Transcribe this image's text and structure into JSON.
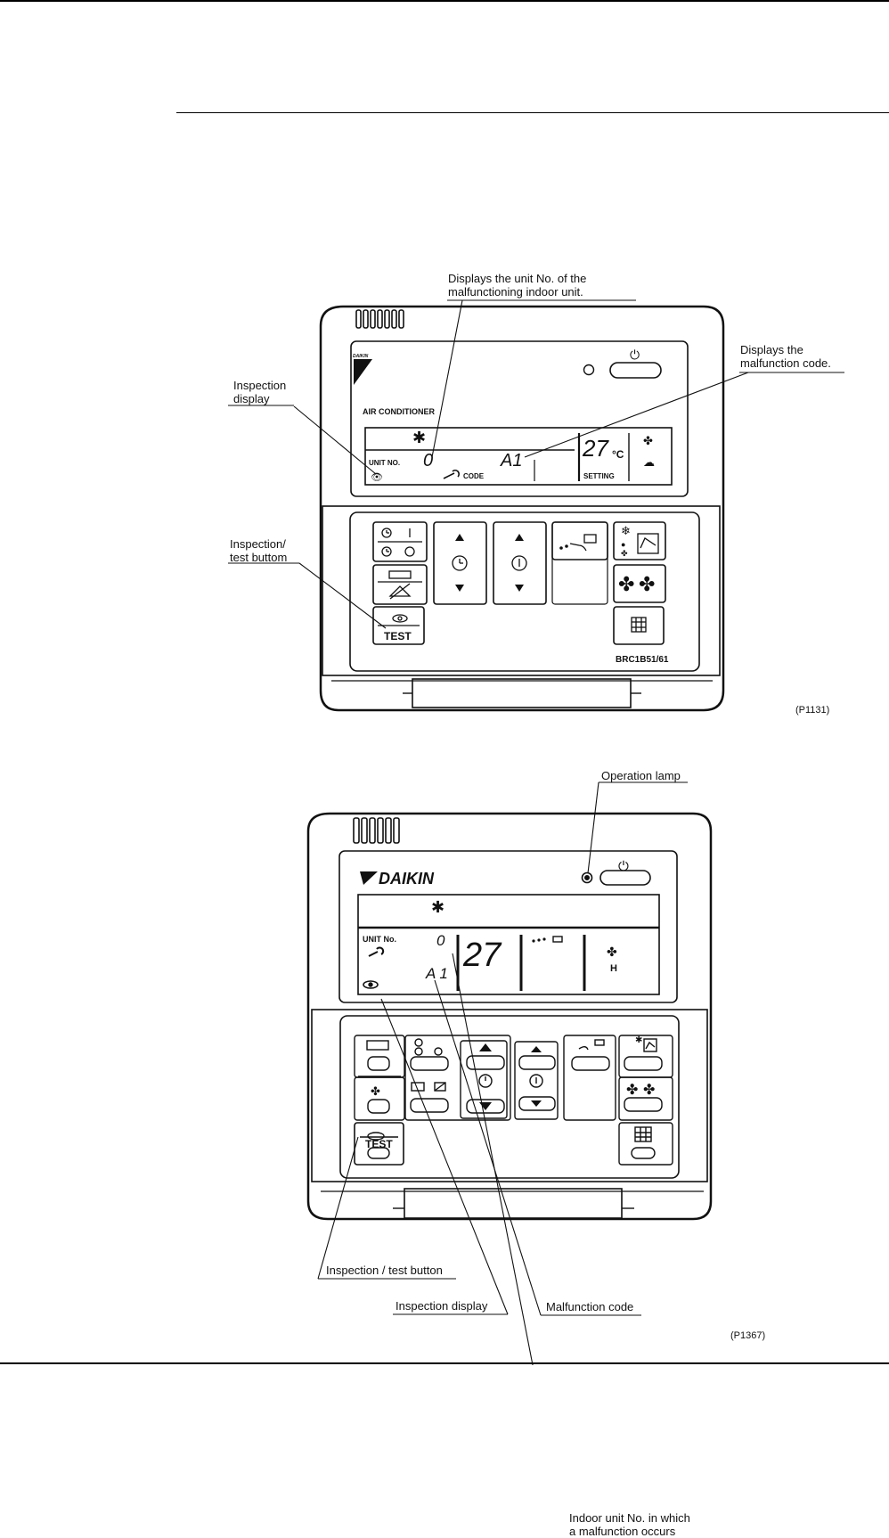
{
  "figure1": {
    "labels": {
      "unit_no_line1": "Displays the unit No. of the",
      "unit_no_line2": "malfunctioning indoor unit.",
      "code_line1": "Displays the",
      "code_line2": "malfunction code.",
      "inspection_line1": "Inspection",
      "inspection_line2": "display",
      "button_line1": "Inspection/",
      "button_line2": "test buttom"
    },
    "remote": {
      "brand": "DAIKIN",
      "product": "AIR CONDITIONER",
      "unit_no_label": "UNIT NO.",
      "unit_no_value": "0",
      "code_label": "CODE",
      "code_value": "A1",
      "temperature": "27",
      "temp_unit": "°C",
      "setting_label": "SETTING",
      "test_label": "TEST",
      "model": "BRC1B51/61"
    },
    "ref": "(P1131)"
  },
  "figure2": {
    "labels": {
      "operation_lamp": "Operation lamp",
      "indoor_line1": "Indoor unit No. in which",
      "indoor_line2": "a malfunction occurs",
      "inspection_test_button": "Inspection / test button",
      "inspection_display": "Inspection display",
      "malfunction_code": "Malfunction code"
    },
    "remote": {
      "brand": "DAIKIN",
      "unit_no_label": "UNIT  No.",
      "unit_no_value": "0",
      "code_value": "A 1",
      "temperature": "27",
      "fan_speed": "H",
      "test_label": "TEST"
    },
    "ref": "(P1367)"
  }
}
